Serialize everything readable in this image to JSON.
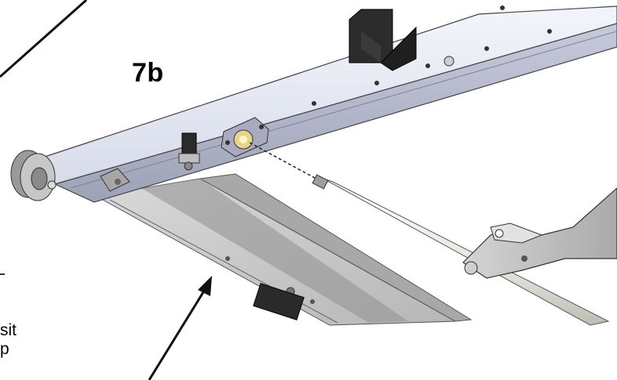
{
  "figure": {
    "step_label": "7b",
    "text_fragments": [
      "sit",
      "p"
    ]
  },
  "colors": {
    "background": "#ffffff",
    "arrow": "#111111",
    "rail_top": "#e8ecf7",
    "rail_side": "#b9bdd0",
    "plate": "#c9c9c9",
    "bracket": "#2a2a2a",
    "rod": "#f1f1ec",
    "lever": "#c4c4c4"
  },
  "icons": [
    "roller-wheel-icon",
    "bearing-housing-icon",
    "sensor-valve-icon",
    "u-bracket-icon"
  ]
}
